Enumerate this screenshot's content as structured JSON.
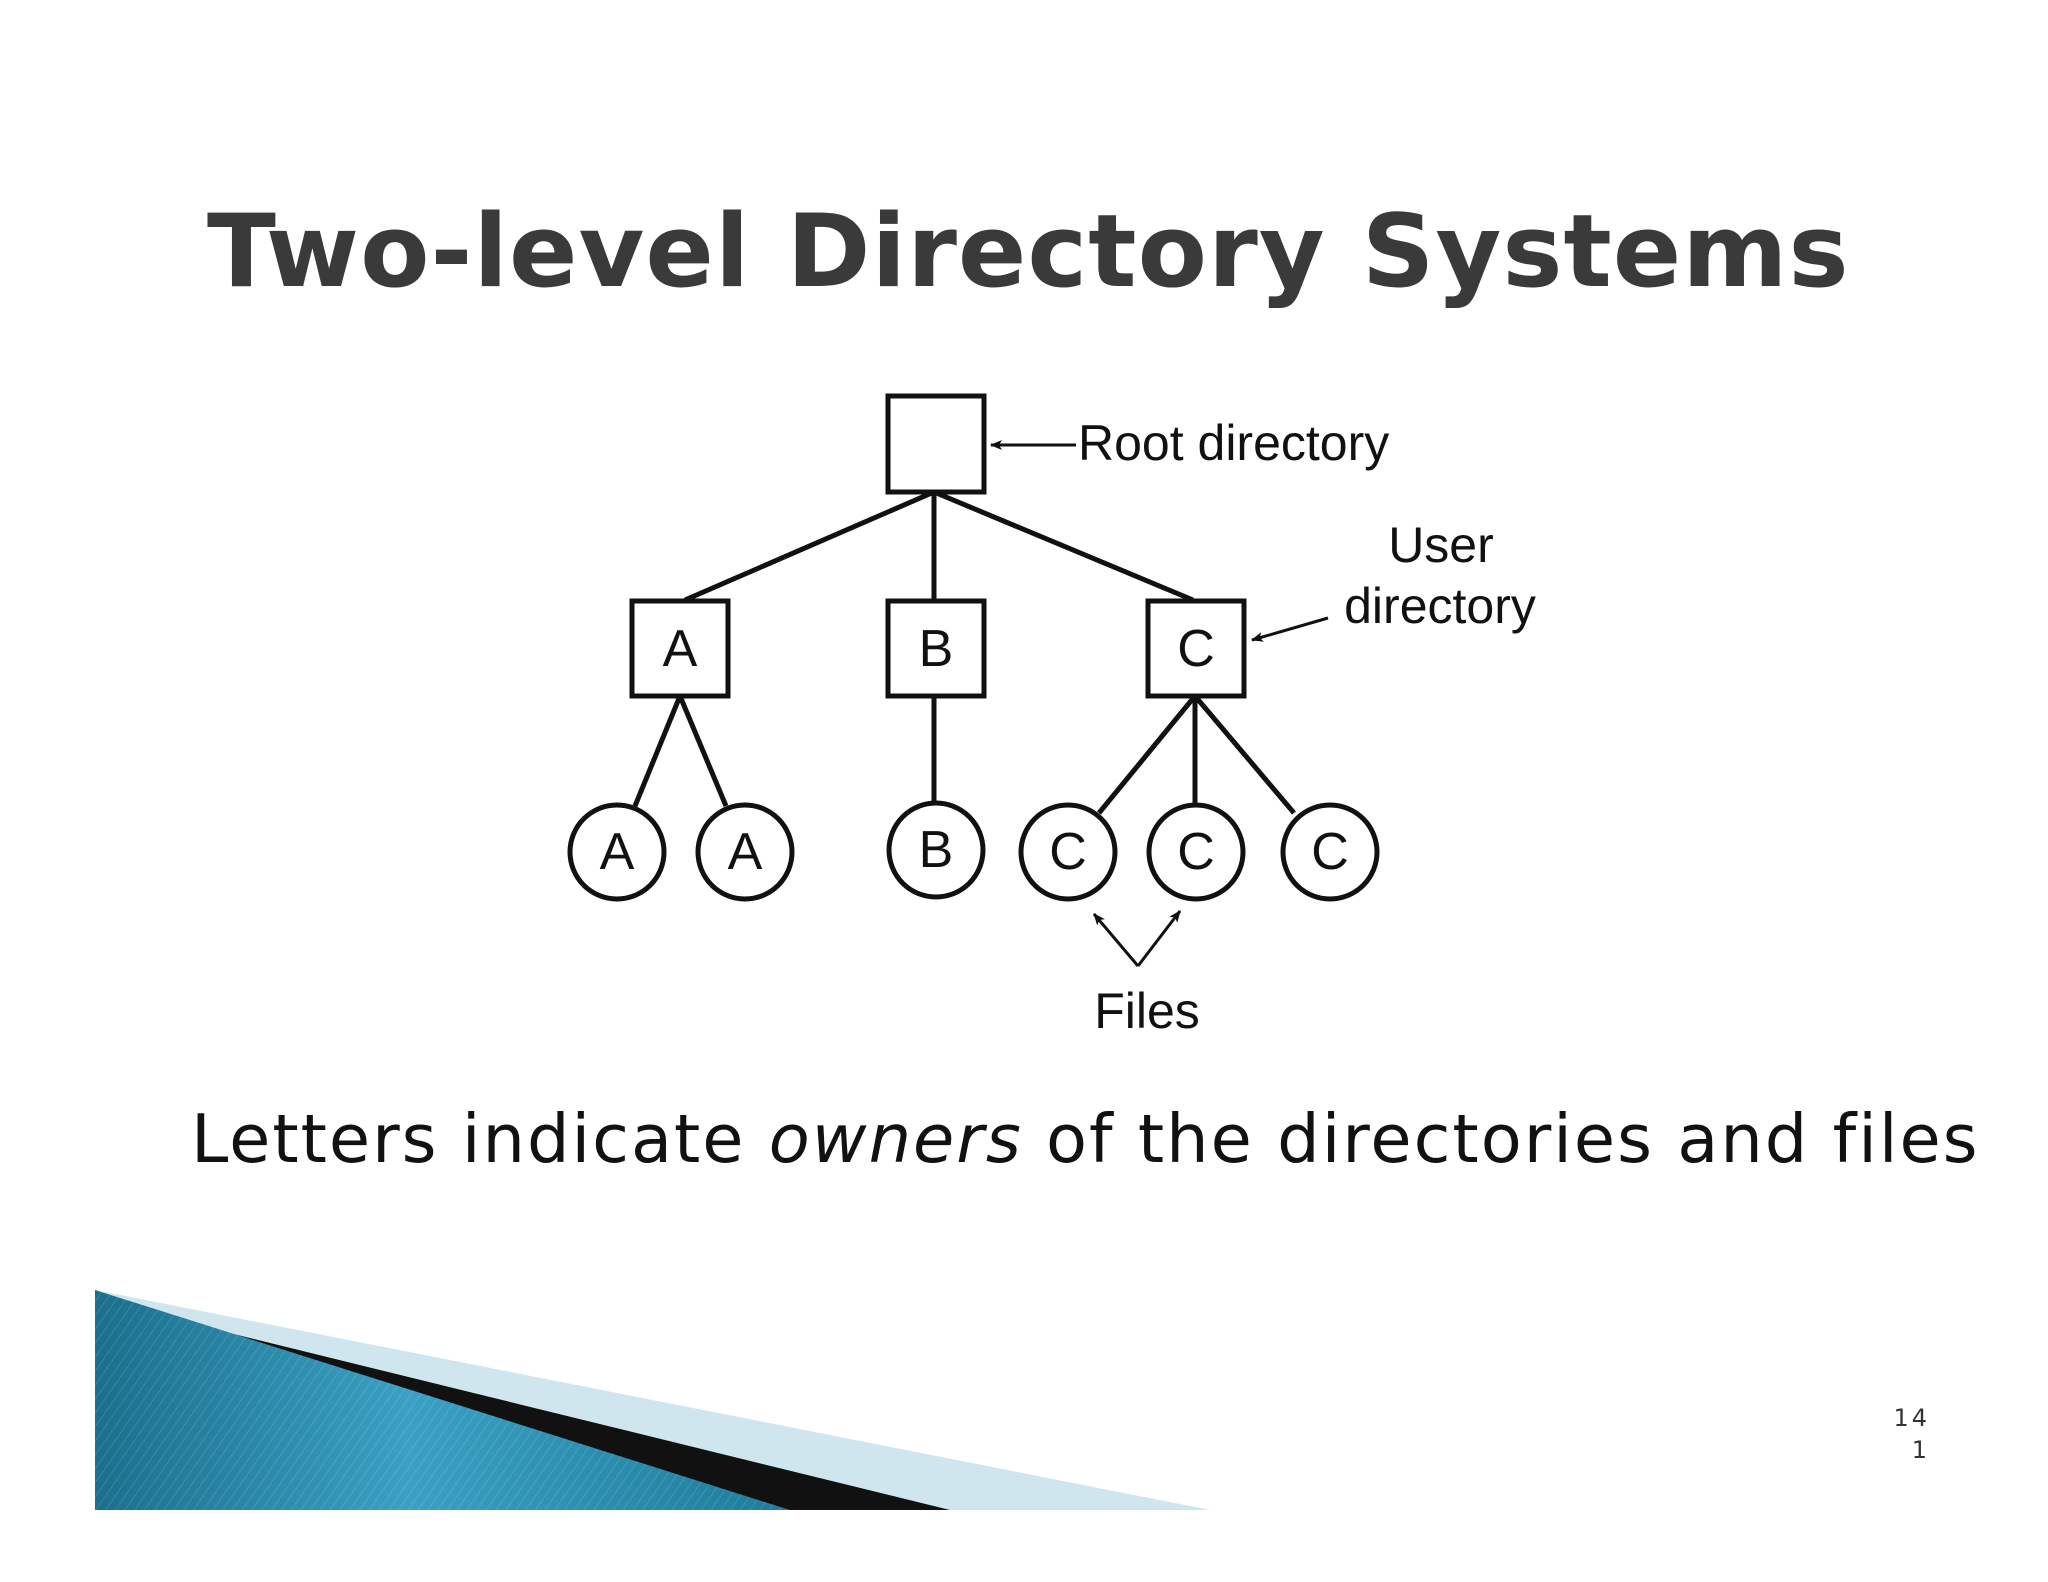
{
  "title": "Two-level Directory Systems",
  "diagram": {
    "root_label": "Root directory",
    "user_label_line1": "User",
    "user_label_line2": "directory",
    "files_label": "Files",
    "user_dirs": [
      "A",
      "B",
      "C"
    ],
    "files": [
      "A",
      "A",
      "B",
      "C",
      "C",
      "C"
    ]
  },
  "caption": {
    "before": "Letters indicate ",
    "emphasis": "owners",
    "after": " of the directories and files"
  },
  "page_number": {
    "line1": "14",
    "line2": "1"
  },
  "colors": {
    "title": "#3a3a3a",
    "accent_teal": "#1f7c9a",
    "accent_light": "#cfe6ef"
  }
}
